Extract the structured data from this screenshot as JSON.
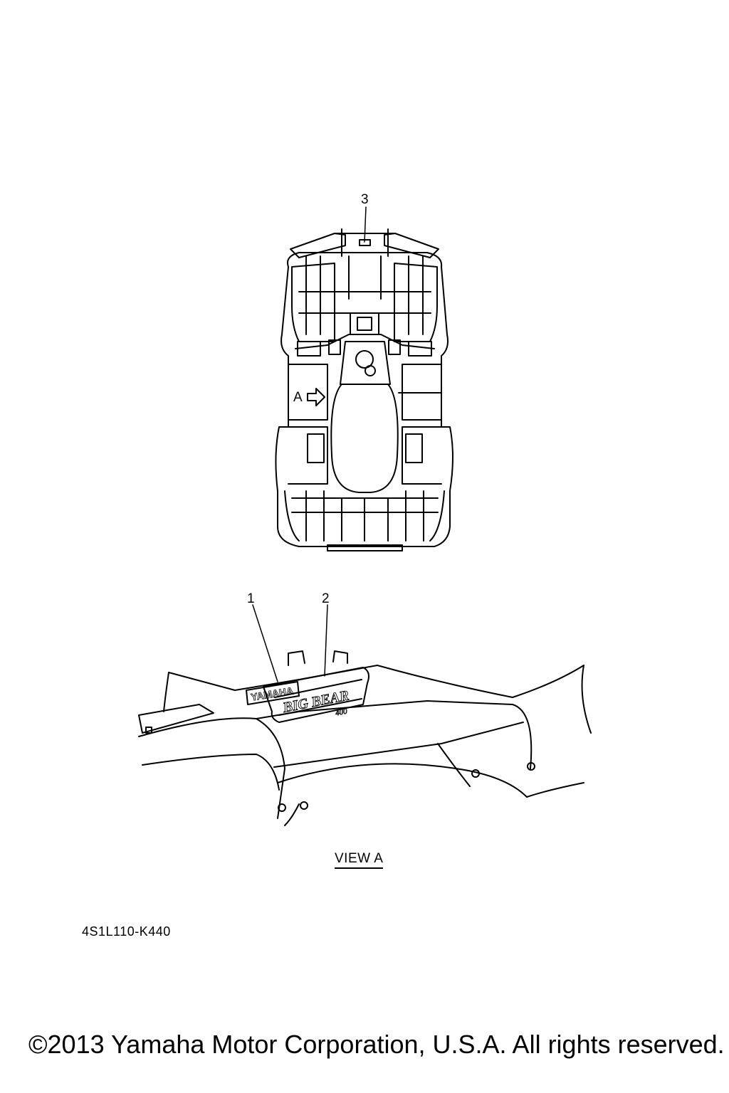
{
  "callouts": {
    "c1": "1",
    "c2": "2",
    "c3": "3",
    "arrow_label": "A"
  },
  "decals": {
    "yamaha": "YAMAHA",
    "model": "BIG BEAR",
    "displacement": "400"
  },
  "view_label": "VIEW A",
  "part_code": "4S1L110-K440",
  "copyright": "©2013 Yamaha Motor Corporation, U.S.A. All rights reserved."
}
